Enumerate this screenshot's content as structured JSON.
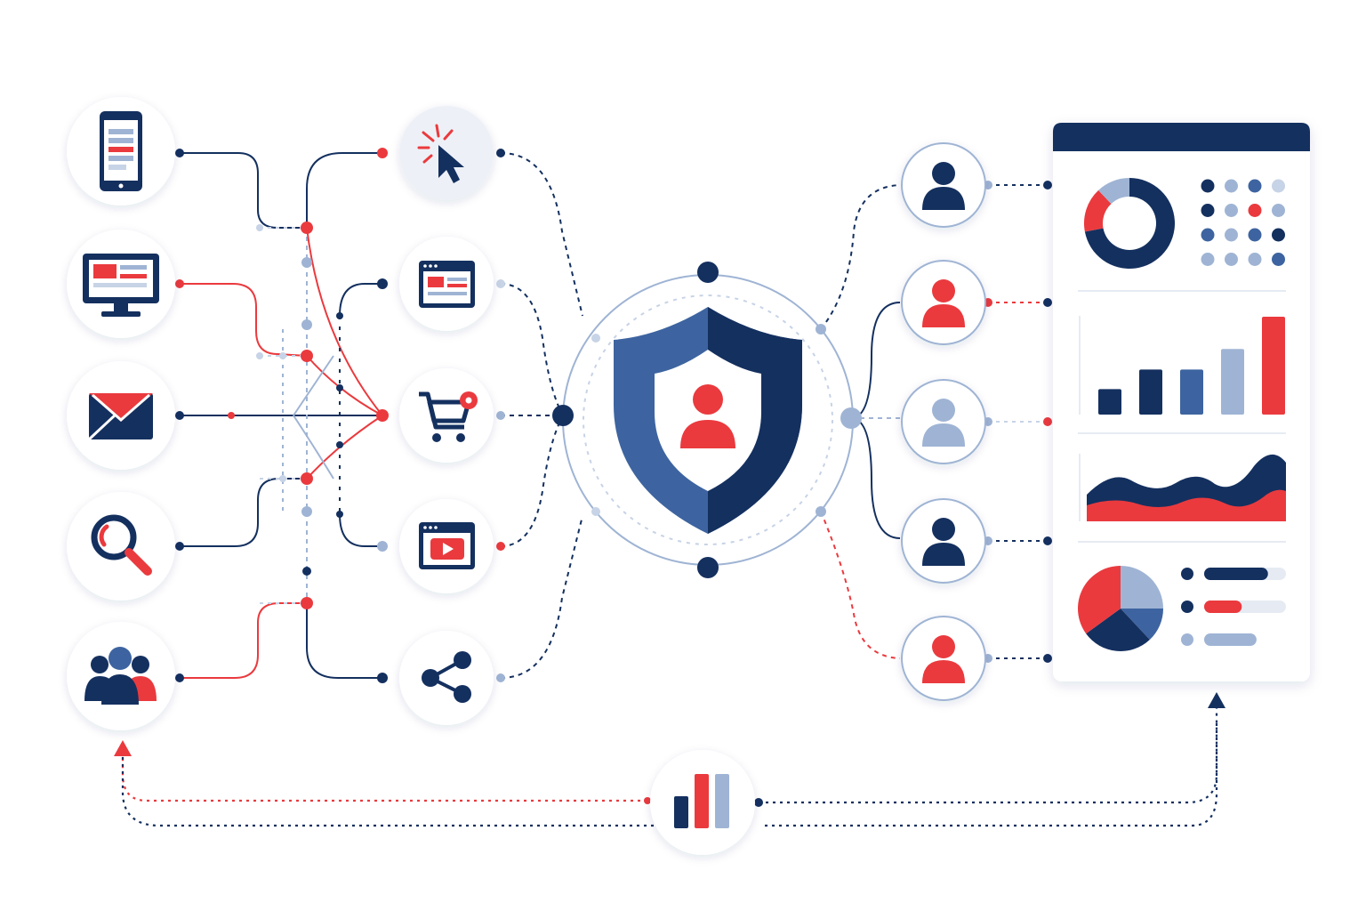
{
  "colors": {
    "navy": "#14305f",
    "blue": "#3d64a0",
    "light_blue": "#9fb4d4",
    "pale_blue": "#c7d3e6",
    "red": "#ea3a3e",
    "ring": "#dfe6f1",
    "background": "#ffffff"
  },
  "sources": [
    {
      "id": "mobile",
      "icon": "mobile-phone-icon"
    },
    {
      "id": "desktop",
      "icon": "desktop-monitor-icon"
    },
    {
      "id": "email",
      "icon": "envelope-icon"
    },
    {
      "id": "search",
      "icon": "magnifier-icon"
    },
    {
      "id": "community",
      "icon": "people-group-icon"
    }
  ],
  "touchpoints": [
    {
      "id": "click",
      "icon": "cursor-click-icon"
    },
    {
      "id": "web",
      "icon": "browser-window-icon"
    },
    {
      "id": "cart",
      "icon": "shopping-cart-icon"
    },
    {
      "id": "video",
      "icon": "video-play-icon"
    },
    {
      "id": "share",
      "icon": "share-icon"
    }
  ],
  "hub": {
    "icon": "shield-user-icon"
  },
  "profiles": [
    {
      "id": "profile-1",
      "icon": "user-icon",
      "tone": "navy"
    },
    {
      "id": "profile-2",
      "icon": "user-icon",
      "tone": "red"
    },
    {
      "id": "profile-3",
      "icon": "user-icon",
      "tone": "light_blue"
    },
    {
      "id": "profile-4",
      "icon": "user-icon",
      "tone": "navy"
    },
    {
      "id": "profile-5",
      "icon": "user-icon",
      "tone": "red"
    }
  ],
  "dashboard": {
    "donut": {
      "segments": [
        0.16,
        0.12,
        0.72
      ]
    },
    "dot_grid": [
      [
        "navy",
        "light_blue",
        "blue",
        "pale_blue"
      ],
      [
        "navy",
        "light_blue",
        "red",
        "light_blue"
      ],
      [
        "blue",
        "light_blue",
        "blue",
        "navy"
      ],
      [
        "light_blue",
        "light_blue",
        "light_blue",
        "blue"
      ]
    ],
    "bars": [
      {
        "value": 0.26,
        "tone": "navy"
      },
      {
        "value": 0.46,
        "tone": "navy"
      },
      {
        "value": 0.46,
        "tone": "blue"
      },
      {
        "value": 0.67,
        "tone": "light_blue"
      },
      {
        "value": 1.0,
        "tone": "red"
      }
    ],
    "pie": {
      "segments": [
        0.25,
        0.13,
        0.27,
        0.35
      ]
    },
    "legend_bars": [
      {
        "value": 0.78,
        "tone": "navy"
      },
      {
        "value": 0.46,
        "tone": "red"
      },
      {
        "value": 0.64,
        "tone": "light_blue"
      }
    ]
  },
  "feedback": {
    "icon": "bar-chart-icon"
  }
}
